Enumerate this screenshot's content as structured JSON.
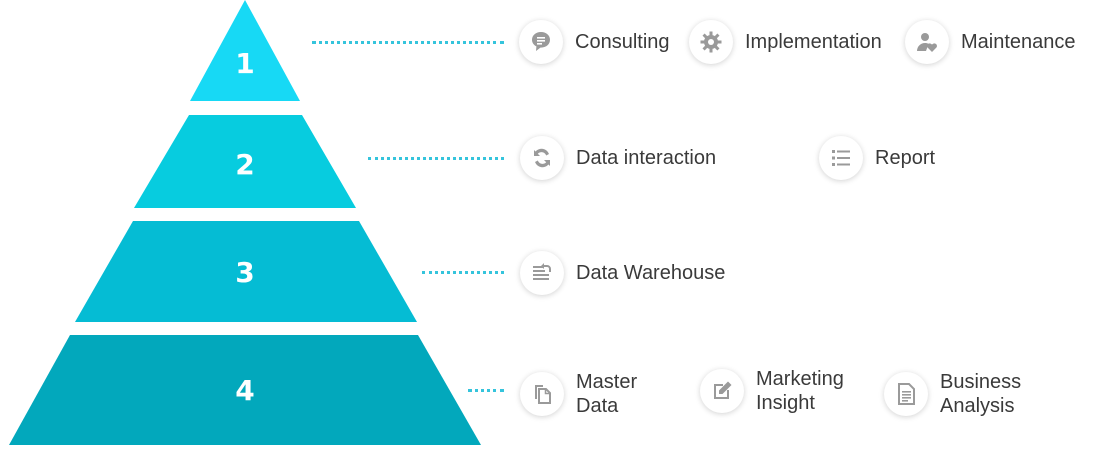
{
  "pyramid": {
    "tiers": [
      {
        "number": "1",
        "color": "#17d9f5"
      },
      {
        "number": "2",
        "color": "#07ccdf"
      },
      {
        "number": "3",
        "color": "#05bcd4"
      },
      {
        "number": "4",
        "color": "#02a8bc"
      }
    ]
  },
  "rows": [
    {
      "items": [
        {
          "label": "Consulting",
          "icon": "chat-bubble-icon"
        },
        {
          "label": "Implementation",
          "icon": "gear-icon"
        },
        {
          "label": "Maintenance",
          "icon": "user-heart-icon"
        }
      ]
    },
    {
      "items": [
        {
          "label": "Data interaction",
          "icon": "refresh-icon"
        },
        {
          "label": "Report",
          "icon": "list-icon"
        }
      ]
    },
    {
      "items": [
        {
          "label": "Data Warehouse",
          "icon": "document-return-icon"
        }
      ]
    },
    {
      "items": [
        {
          "label_line1": "Master",
          "label_line2": "Data",
          "icon": "copy-documents-icon"
        },
        {
          "label_line1": "Marketing",
          "label_line2": "Insight",
          "icon": "edit-icon"
        },
        {
          "label_line1": "Business",
          "label_line2": "Analysis",
          "icon": "text-document-icon"
        }
      ]
    }
  ],
  "colors": {
    "dots": "#35c4dc",
    "icon": "#9a9a9a"
  }
}
